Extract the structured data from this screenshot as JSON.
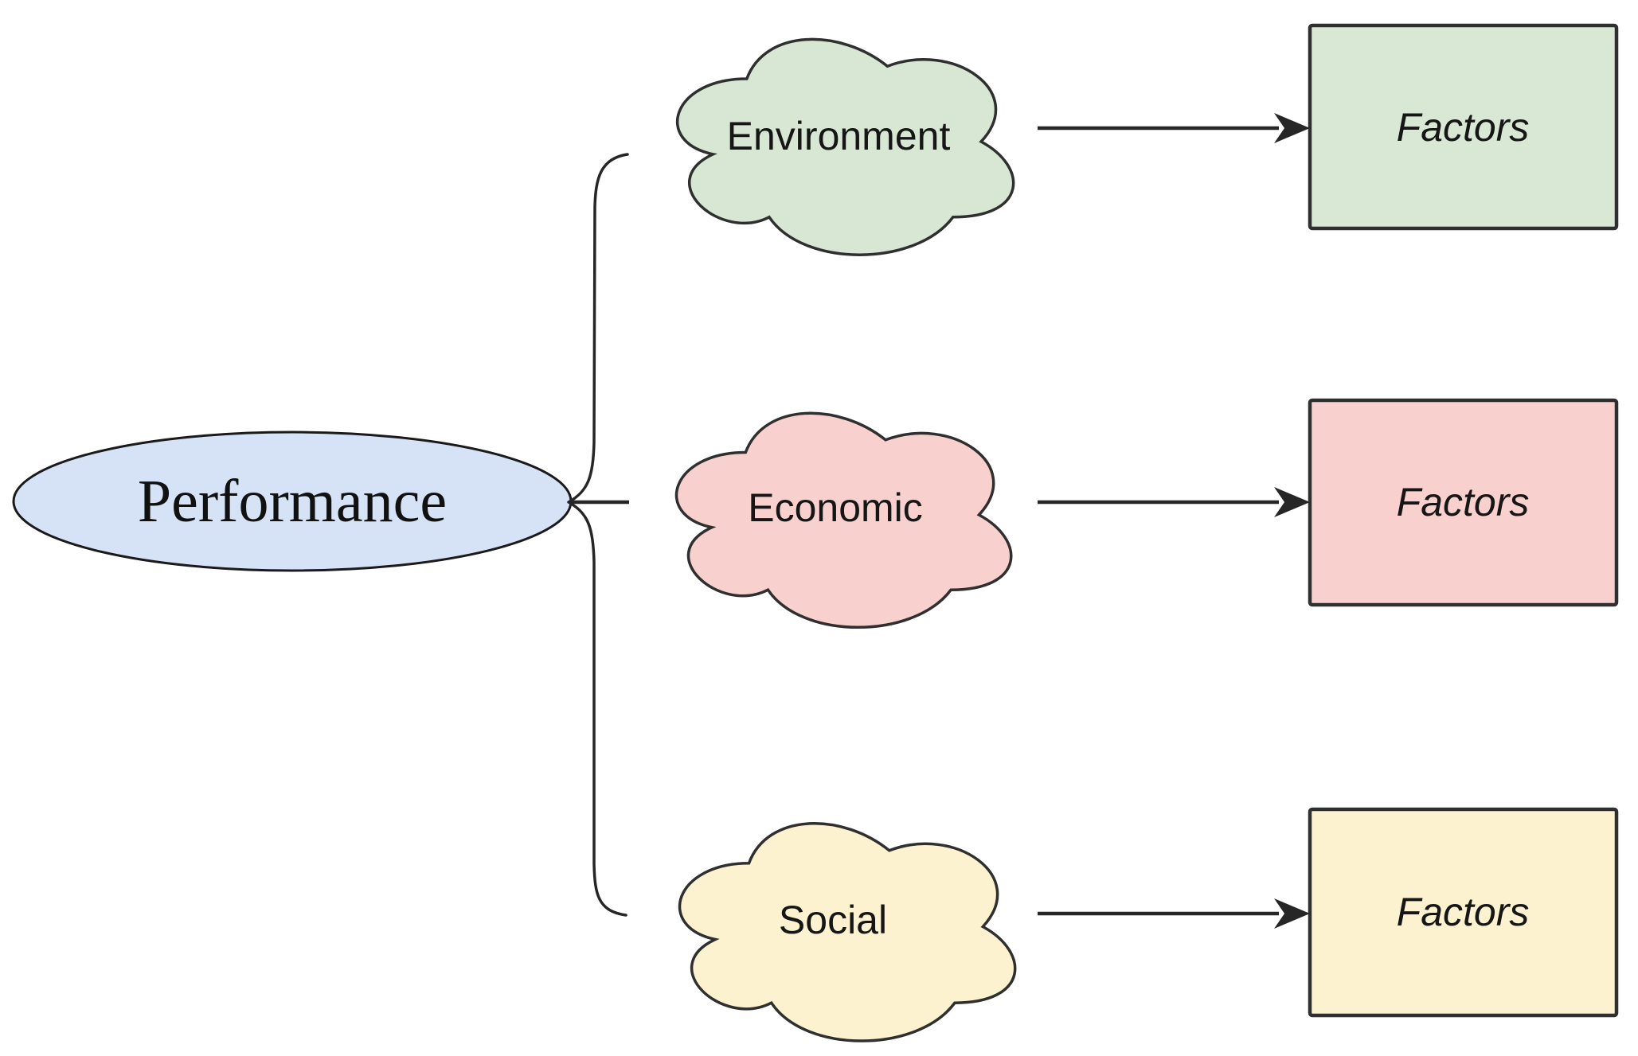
{
  "root": {
    "label": "Performance",
    "fill": "#d6e2f5"
  },
  "branches": [
    {
      "label": "Environment",
      "fill": "#d7e7d4",
      "factor": {
        "label": "Factors",
        "fill": "#d9e8d5"
      }
    },
    {
      "label": "Economic",
      "fill": "#f8d0ce",
      "factor": {
        "label": "Factors",
        "fill": "#f8d0ce"
      }
    },
    {
      "label": "Social",
      "fill": "#fdf2cf",
      "factor": {
        "label": "Factors",
        "fill": "#fdf2cf"
      }
    }
  ],
  "colors": {
    "shape_stroke": "#2f2f2f",
    "connector": "#262626",
    "label_text": "#161616",
    "background": "#ffffff"
  }
}
